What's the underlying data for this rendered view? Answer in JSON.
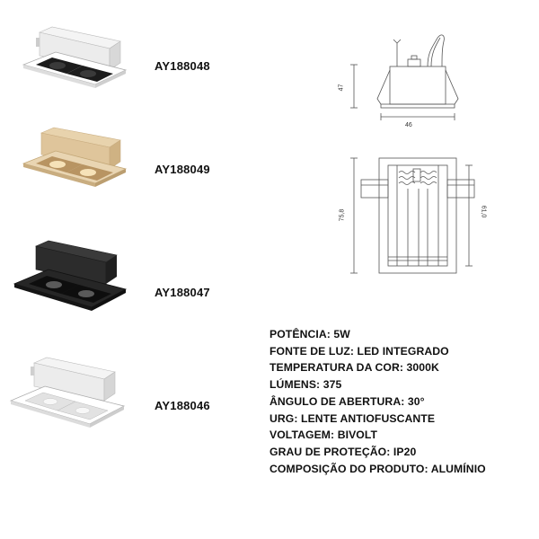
{
  "products": [
    {
      "code": "AY188048",
      "finish": "white-black"
    },
    {
      "code": "AY188049",
      "finish": "gold"
    },
    {
      "code": "AY188047",
      "finish": "black"
    },
    {
      "code": "AY188046",
      "finish": "white"
    }
  ],
  "drawings": {
    "side_height": "47",
    "side_width": "46",
    "top_length": "75,8",
    "top_cutout": "61,0"
  },
  "specs": [
    "POTÊNCIA: 5W",
    "FONTE DE LUZ: LED INTEGRADO",
    "TEMPERATURA DA COR: 3000K",
    "LÚMENS: 375",
    "ÂNGULO DE ABERTURA: 30°",
    "URG: LENTE ANTIOFUSCANTE",
    "VOLTAGEM: BIVOLT",
    "GRAU DE PROTEÇÃO: IP20",
    "COMPOSIÇÃO DO PRODUTO: ALUMÍNIO"
  ],
  "colors": {
    "white_body": "#e9e9e9",
    "gold_body": "#dcc39a",
    "black_body": "#2a2a2a",
    "black_inner": "#111111",
    "line": "#555555"
  }
}
